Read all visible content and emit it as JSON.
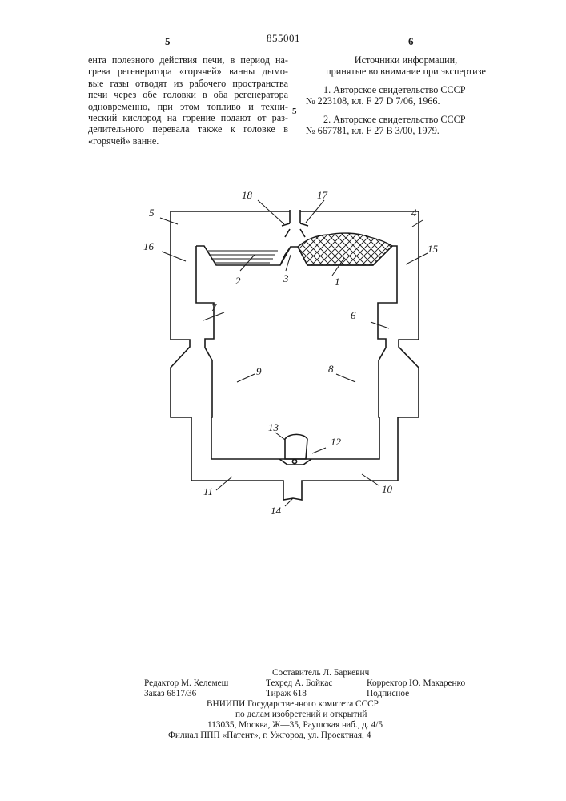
{
  "header": {
    "page_left": "5",
    "patent_number": "855001",
    "page_right": "6",
    "margin_line_number": "5"
  },
  "left_column": {
    "lines": [
      "ента полезного действия печи, в период на-",
      "грева регенератора «горячей» ванны дымо-",
      "вые газы отводят из рабочего пространства",
      "печи через обе головки в оба регенератора",
      "одновременно, при этом топливо и техни-",
      "ческий кислород на горение подают от раз-",
      "делительного перевала также к головке в",
      "«горячей» ванне."
    ]
  },
  "right_column": {
    "heading_line1": "Источники информации,",
    "heading_line2": "принятые во внимание при экспертизе",
    "ref1_line1": "1. Авторское свидетельство СССР",
    "ref1_line2": "№ 223108, кл. F 27 D 7/06, 1966.",
    "ref2_line1": "2. Авторское свидетельство СССР",
    "ref2_line2": "№ 667781, кл. F 27 B 3/00, 1979."
  },
  "diagram": {
    "labels": [
      "1",
      "2",
      "3",
      "4",
      "5",
      "6",
      "7",
      "8",
      "9",
      "10",
      "11",
      "12",
      "13",
      "14",
      "15",
      "16",
      "17",
      "18"
    ]
  },
  "footer": {
    "compiler": "Составитель Л. Баркевич",
    "editor": "Редактор М. Келемеш",
    "techred": "Техред А. Бойкас",
    "corrector": "Корректор Ю. Макаренко",
    "order": "Заказ 6817/36",
    "circulation": "Тираж 618",
    "subscription": "Подписное",
    "org_line1": "ВНИИПИ Государственного комитета СССР",
    "org_line2": "по делам изобретений и открытий",
    "address": "113035, Москва, Ж—35, Раушская наб., д. 4/5",
    "branch": "Филиал ППП «Патент», г. Ужгород, ул. Проектная, 4"
  }
}
